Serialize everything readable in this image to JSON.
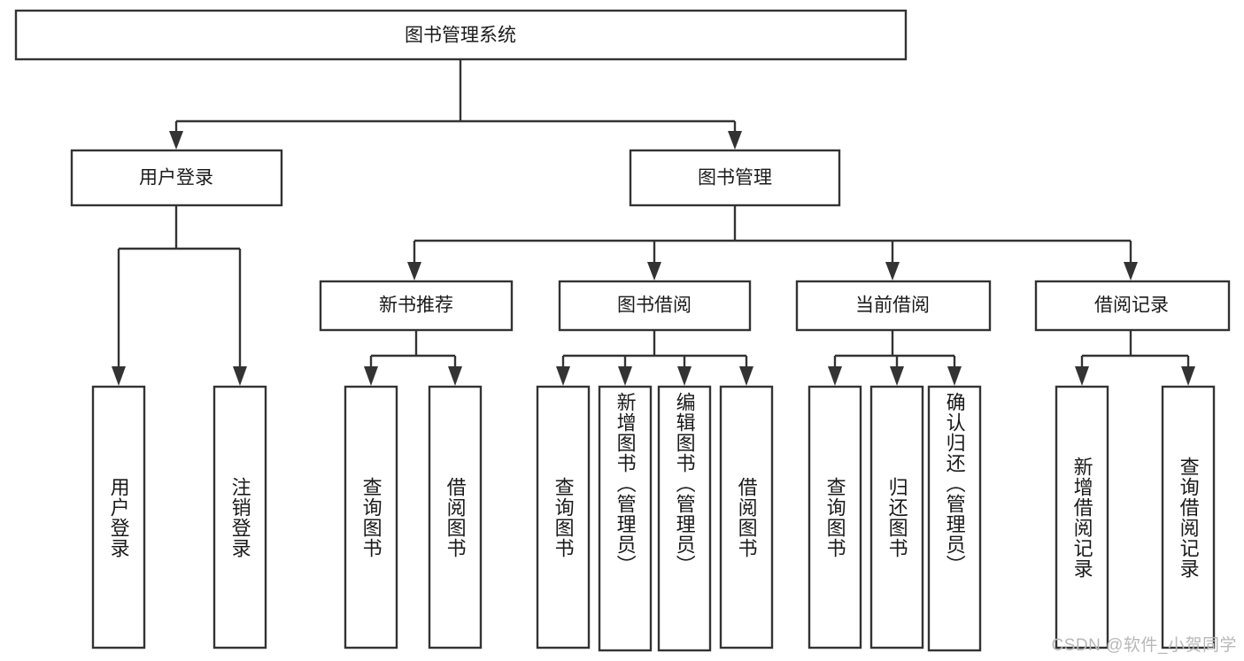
{
  "diagram": {
    "type": "tree",
    "title": "图书管理系统",
    "root": {
      "id": "root",
      "label": "图书管理系统"
    },
    "level2": [
      {
        "id": "user-login",
        "label": "用户登录"
      },
      {
        "id": "book-manage",
        "label": "图书管理"
      }
    ],
    "level3": [
      {
        "id": "new-book-recommend",
        "label": "新书推荐",
        "parent": "book-manage"
      },
      {
        "id": "book-borrow",
        "label": "图书借阅",
        "parent": "book-manage"
      },
      {
        "id": "current-borrow",
        "label": "当前借阅",
        "parent": "book-manage"
      },
      {
        "id": "borrow-record",
        "label": "借阅记录",
        "parent": "book-manage"
      }
    ],
    "leaves": [
      {
        "id": "leaf-user-login",
        "label": "用户登录",
        "parent": "user-login"
      },
      {
        "id": "leaf-user-logout",
        "label": "注销登录",
        "parent": "user-login"
      },
      {
        "id": "leaf-query-book-1",
        "label": "查询图书",
        "parent": "new-book-recommend"
      },
      {
        "id": "leaf-borrow-book-1",
        "label": "借阅图书",
        "parent": "new-book-recommend"
      },
      {
        "id": "leaf-query-book-2",
        "label": "查询图书",
        "parent": "book-borrow"
      },
      {
        "id": "leaf-add-book",
        "label": "新增图书（管理员）",
        "parent": "book-borrow"
      },
      {
        "id": "leaf-edit-book",
        "label": "编辑图书（管理员）",
        "parent": "book-borrow"
      },
      {
        "id": "leaf-borrow-book-2",
        "label": "借阅图书",
        "parent": "book-borrow"
      },
      {
        "id": "leaf-query-book-3",
        "label": "查询图书",
        "parent": "current-borrow"
      },
      {
        "id": "leaf-return-book",
        "label": "归还图书",
        "parent": "current-borrow"
      },
      {
        "id": "leaf-confirm-return",
        "label": "确认归还（管理员）",
        "parent": "current-borrow"
      },
      {
        "id": "leaf-add-record",
        "label": "新增借阅记录",
        "parent": "borrow-record"
      },
      {
        "id": "leaf-query-record",
        "label": "查询借阅记录",
        "parent": "borrow-record"
      }
    ],
    "colors": {
      "line": "#333333",
      "box_fill": "#ffffff",
      "text": "#1a1a1a",
      "watermark": "#b8b8b8"
    }
  },
  "watermark": {
    "text": "CSDN @软件_小贺同学"
  }
}
